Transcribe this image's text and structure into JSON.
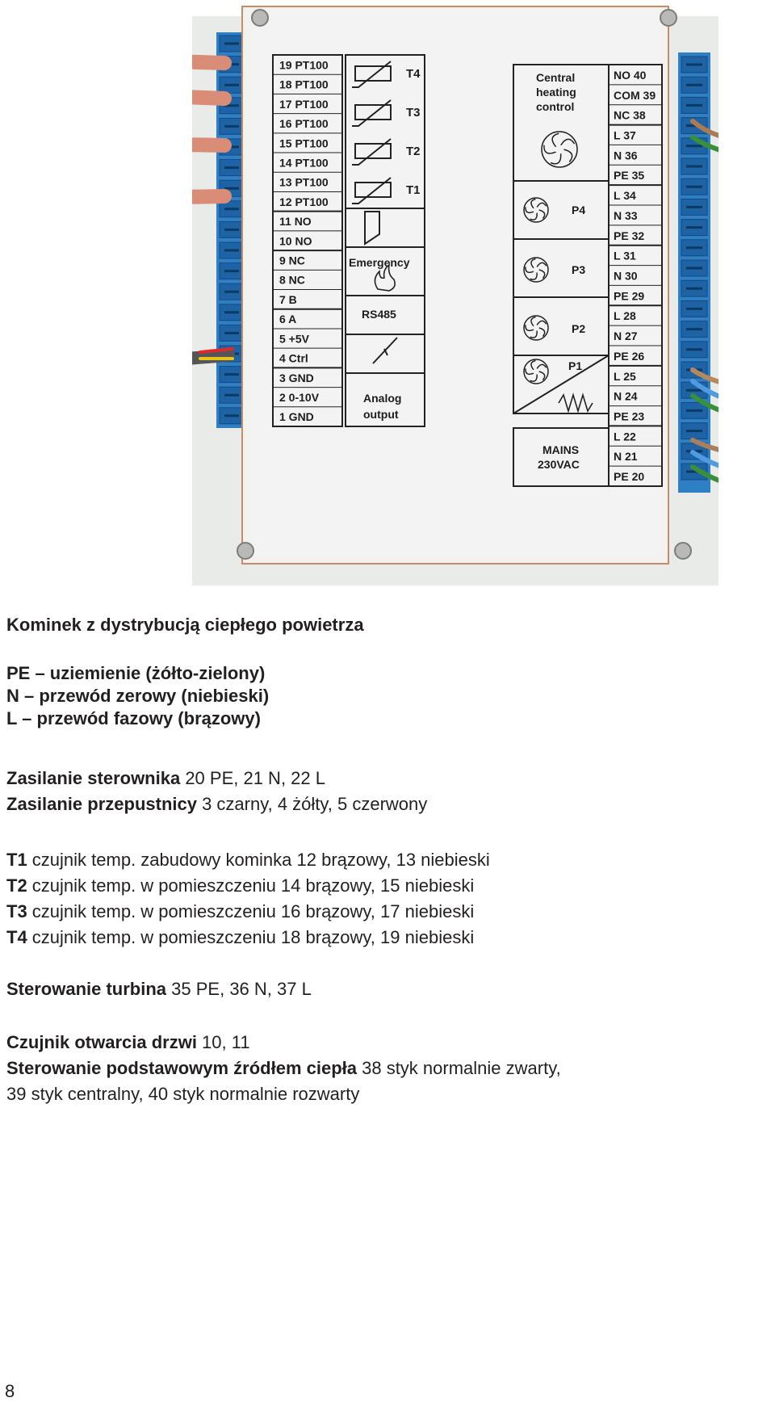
{
  "panel": {
    "left_terminals": [
      "19 PT100",
      "18 PT100",
      "17 PT100",
      "16 PT100",
      "15 PT100",
      "14 PT100",
      "13 PT100",
      "12 PT100",
      "11 NO",
      "10 NO",
      "9 NC",
      "8 NC",
      "7 B",
      "6 A",
      "5 +5V",
      "4 Ctrl",
      "3 GND",
      "2 0-10V",
      "1 GND"
    ],
    "sensor_labels": [
      "T4",
      "T3",
      "T2",
      "T1"
    ],
    "emergency": "Emergency",
    "rs485": "RS485",
    "analog_output_line1": "Analog",
    "analog_output_line2": "output",
    "central_heating_line1": "Central",
    "central_heating_line2": "heating",
    "central_heating_line3": "control",
    "pump_labels": [
      "P4",
      "P3",
      "P2",
      "P1"
    ],
    "mains_line1": "MAINS",
    "mains_line2": "230VAC",
    "right_terminals": [
      "NO 40",
      "COM 39",
      "NC 38",
      "L 37",
      "N 36",
      "PE 35",
      "L 34",
      "N 33",
      "PE 32",
      "L 31",
      "N 30",
      "PE 29",
      "L 28",
      "N 27",
      "PE 26",
      "L 25",
      "N 24",
      "PE 23",
      "L 22",
      "N 21",
      "PE 20"
    ]
  },
  "text": {
    "heading": "Kominek z dystrybucją ciepłego powietrza",
    "legend_pe": "PE – uziemienie (żółto-zielony)",
    "legend_n": "N – przewód zerowy (niebieski)",
    "legend_l": "L – przewód fazowy (brązowy)",
    "power_label": "Zasilanie sterownika",
    "power_value": " 20 PE, 21 N, 22 L",
    "damper_label": "Zasilanie przepustnicy",
    "damper_value": " 3 czarny, 4 żółty, 5 czerwony",
    "t1_label": "T1",
    "t1_value": " czujnik temp. zabudowy kominka 12 brązowy, 13 niebieski",
    "t2_label": "T2",
    "t2_value": " czujnik temp. w pomieszczeniu 14 brązowy, 15 niebieski",
    "t3_label": "T3",
    "t3_value": " czujnik temp. w pomieszczeniu 16 brązowy, 17 niebieski",
    "t4_label": "T4",
    "t4_value": " czujnik temp. w pomieszczeniu 18 brązowy, 19 niebieski",
    "turbine_label": "Sterowanie turbina",
    "turbine_value": " 35 PE, 36 N, 37 L",
    "door_label": "Czujnik otwarcia drzwi",
    "door_value": " 10, 11",
    "source_label": "Sterowanie podstawowym źródłem ciepła",
    "source_value": " 38 styk normalnie zwarty,",
    "source_value_line2": "39 styk centralny, 40 styk normalnie rozwarty"
  },
  "page_number": "8"
}
